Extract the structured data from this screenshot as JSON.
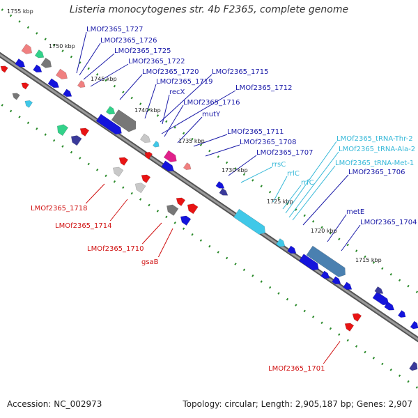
{
  "title": "Listeria monocytogenes str. 4b F2365, complete genome",
  "footer": {
    "accession": "Accession: NC_002973",
    "stats": "Topology: circular; Length: 2,905,187 bp; Genes: 2,907"
  },
  "colors": {
    "backbone": "#666666",
    "forward_cds": "#1414dc",
    "reverse_cds": "#e81414",
    "rna": "#40c8e8",
    "label_blue": "#1a1aa8",
    "label_cyan": "#35b8d8",
    "label_red": "#d01010",
    "tick": "#2a8a2a"
  },
  "scale_labels": [
    "1755 kbp",
    "1750 kbp",
    "1745 kbp",
    "1740 kbp",
    "1735 kbp",
    "1730 kbp",
    "1725 kbp",
    "1720 kbp",
    "1715 kbp"
  ],
  "upper_labels": [
    {
      "text": "LMOf2365_1727",
      "type": "blue"
    },
    {
      "text": "LMOf2365_1726",
      "type": "blue"
    },
    {
      "text": "LMOf2365_1725",
      "type": "blue"
    },
    {
      "text": "LMOf2365_1722",
      "type": "blue"
    },
    {
      "text": "LMOf2365_1720",
      "type": "blue"
    },
    {
      "text": "LMOf2365_1715",
      "type": "blue"
    },
    {
      "text": "LMOf2365_1719",
      "type": "blue"
    },
    {
      "text": "recX",
      "type": "blue"
    },
    {
      "text": "LMOf2365_1712",
      "type": "blue"
    },
    {
      "text": "LMOf2365_1716",
      "type": "blue"
    },
    {
      "text": "mutY",
      "type": "blue"
    },
    {
      "text": "LMOf2365_1711",
      "type": "blue"
    },
    {
      "text": "LMOf2365_1708",
      "type": "blue"
    },
    {
      "text": "LMOf2365_1707",
      "type": "blue"
    },
    {
      "text": "rrsC",
      "type": "cyan"
    },
    {
      "text": "rrlC",
      "type": "cyan"
    },
    {
      "text": "rrfC",
      "type": "cyan"
    },
    {
      "text": "LMOf2365_tRNA-Thr-2",
      "type": "cyan"
    },
    {
      "text": "LMOf2365_tRNA-Ala-2",
      "type": "cyan"
    },
    {
      "text": "LMOf2365_tRNA-Met-1",
      "type": "cyan"
    },
    {
      "text": "LMOf2365_1706",
      "type": "blue"
    },
    {
      "text": "metE",
      "type": "blue"
    },
    {
      "text": "LMOf2365_1704",
      "type": "blue"
    }
  ],
  "lower_labels": [
    {
      "text": "LMOf2365_1718",
      "type": "red"
    },
    {
      "text": "LMOf2365_1714",
      "type": "red"
    },
    {
      "text": "LMOf2365_1710",
      "type": "red"
    },
    {
      "text": "gsaB",
      "type": "red"
    },
    {
      "text": "LMOf2365_1701",
      "type": "red"
    }
  ]
}
